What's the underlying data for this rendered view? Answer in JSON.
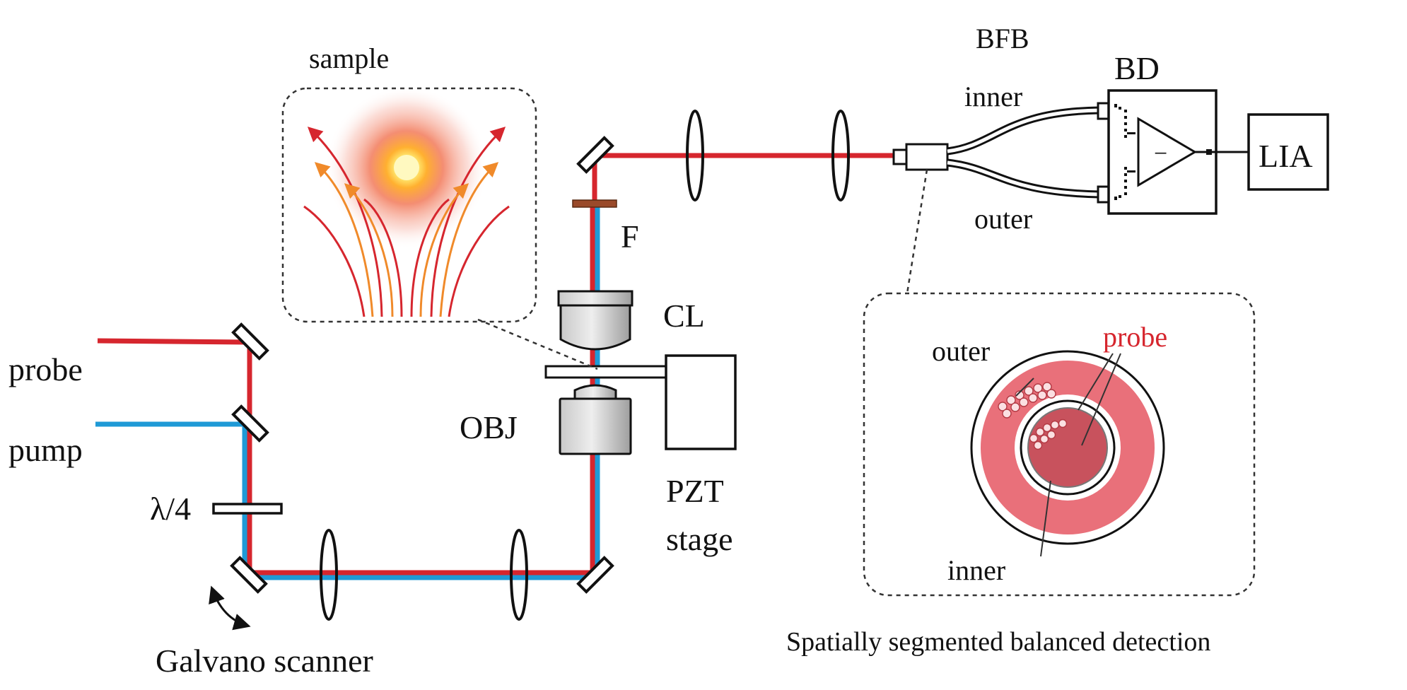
{
  "labels": {
    "sample": "sample",
    "bfb": "BFB",
    "bd": "BD",
    "lia": "LIA",
    "inner_top": "inner",
    "outer_top": "outer",
    "filter": "F",
    "cl": "CL",
    "obj": "OBJ",
    "pzt": "PZT",
    "stage": "stage",
    "probe": "probe",
    "pump": "pump",
    "quarter_wave": "λ/4",
    "galvano": "Galvano scanner",
    "inset_outer": "outer",
    "inset_probe": "probe",
    "inset_inner": "inner",
    "amp_symbol": "−",
    "caption": "Spatially segmented balanced detection"
  },
  "colors": {
    "probe_beam": "#d6262e",
    "pump_beam": "#1f9ad6",
    "probe_text": "#d6262e",
    "fiber_ring": "#e9707a",
    "fiber_core": "#c8525d",
    "filter": "#9a4a2a"
  },
  "icons": {
    "mirror": "mirror-icon",
    "lens": "lens-icon",
    "objective": "objective-lens-icon",
    "amplifier": "differential-amplifier-icon",
    "scan_arrow": "curved-double-arrow-icon"
  }
}
